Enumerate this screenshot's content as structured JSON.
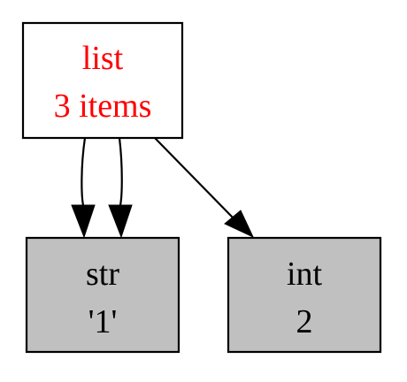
{
  "colors": {
    "root_text": "#ff0000",
    "leaf_fill": "#c0c0c0",
    "stroke": "#000000",
    "text": "#000000"
  },
  "nodes": {
    "root": {
      "line1": "list",
      "line2": "3 items"
    },
    "str_node": {
      "line1": "str",
      "line2": "'1'"
    },
    "int_node": {
      "line1": "int",
      "line2": "2"
    }
  }
}
